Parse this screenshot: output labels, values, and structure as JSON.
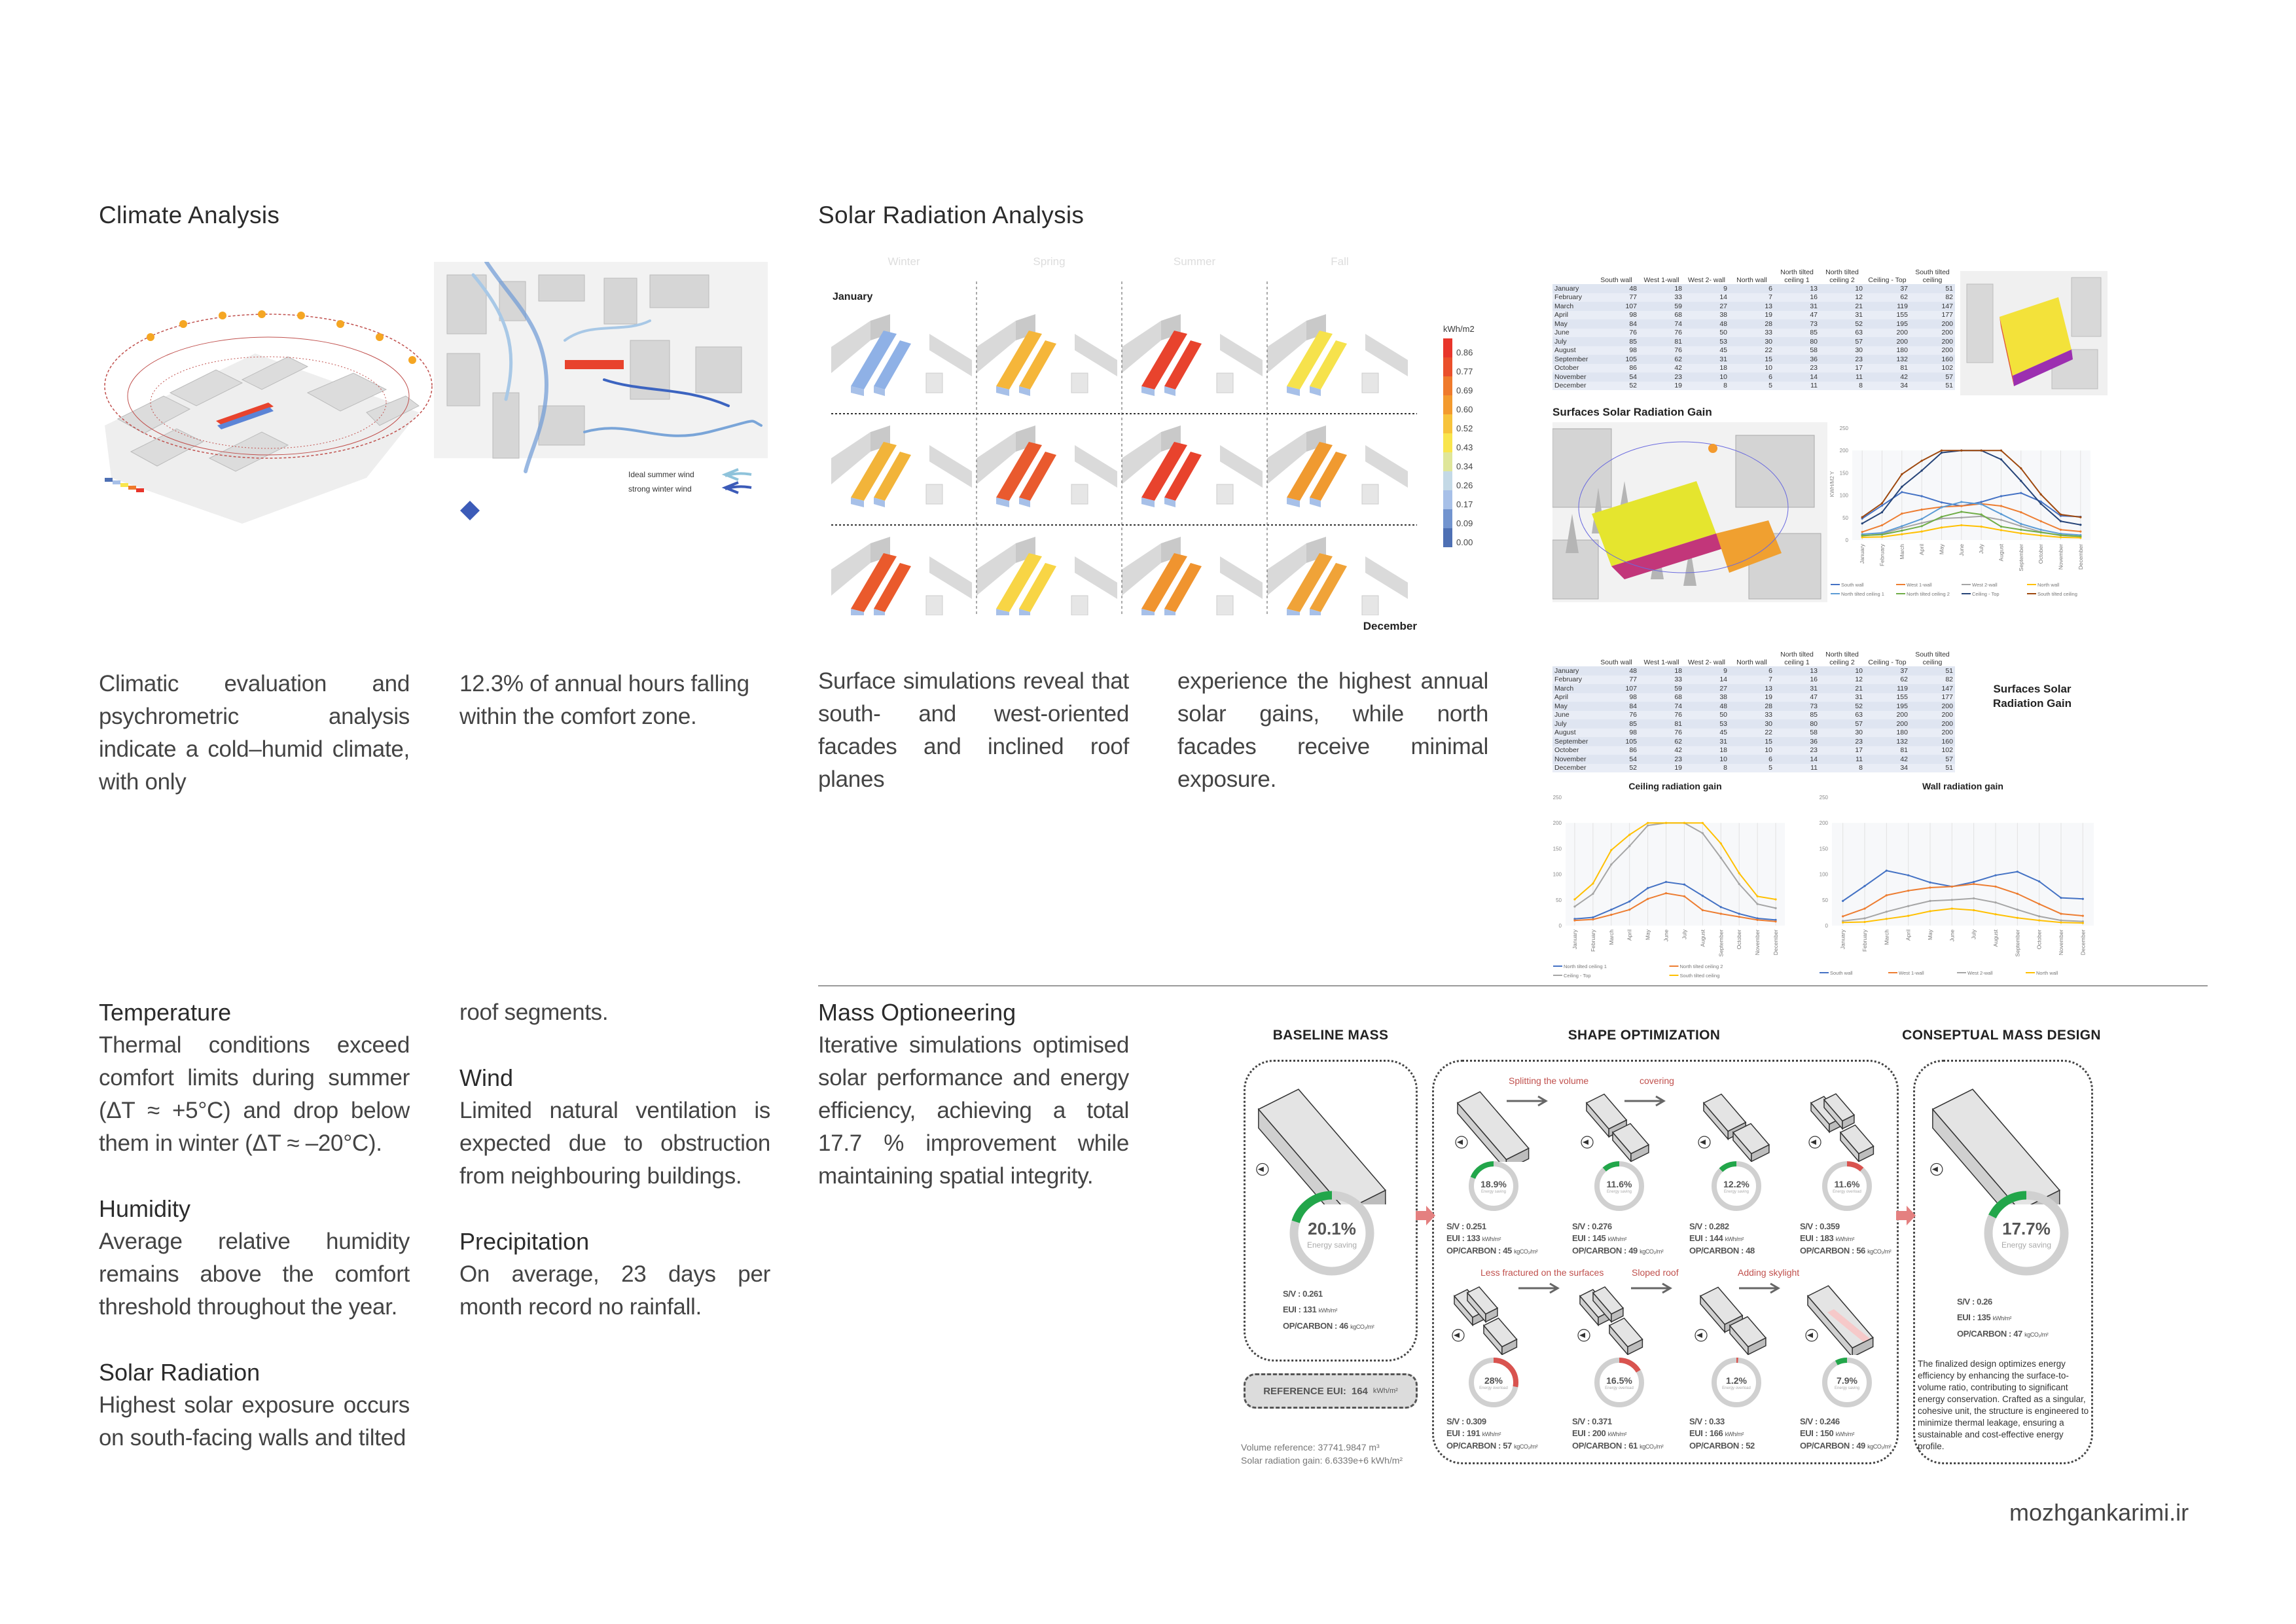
{
  "climate": {
    "title": "Climate Analysis",
    "wind_legend": {
      "summer": "Ideal summer wind",
      "winter": "strong winter wind"
    },
    "intro_col1": "Climatic evaluation and psychrometric analysis indicate a cold–humid climate, with only",
    "intro_col2": "12.3% of annual hours falling within the comfort zone.",
    "sections": {
      "temperature": {
        "heading": "Temperature",
        "body": "Thermal conditions exceed comfort limits during summer (ΔT ≈ +5°C) and drop below them in winter (ΔT ≈ –20°C)."
      },
      "humidity": {
        "heading": "Humidity",
        "body": "Average relative humidity remains above the comfort threshold throughout the year."
      },
      "solar": {
        "heading": "Solar Radiation",
        "body": "Highest solar exposure occurs on south-facing walls and tilted",
        "continued": "roof segments."
      },
      "wind": {
        "heading": "Wind",
        "body": "Limited natural ventilation is expected due to obstruction from neighbouring buildings."
      },
      "precipitation": {
        "heading": "Precipitation",
        "body": "On average, 23 days per month record no rainfall."
      }
    }
  },
  "solar": {
    "title": "Solar Radiation Analysis",
    "seasons": [
      "Winter",
      "Spring",
      "Summer",
      "Fall"
    ],
    "start_label": "January",
    "end_label": "December",
    "legend_unit": "kWh/m2",
    "legend_values": [
      "0.86",
      "0.77",
      "0.69",
      "0.60",
      "0.52",
      "0.43",
      "0.34",
      "0.26",
      "0.17",
      "0.09",
      "0.00"
    ],
    "legend_colors": [
      "#e8352b",
      "#ea4f2b",
      "#ef7a2c",
      "#f39a2e",
      "#f7c33b",
      "#f9e54c",
      "#dfe69a",
      "#c4d9e6",
      "#a7c0e8",
      "#7294cf",
      "#4e70b4"
    ],
    "tile_colors": [
      "#8fb1e6",
      "#f5b63a",
      "#e8432d",
      "#f6e24c",
      "#f2b43a",
      "#e95a2e",
      "#e8432d",
      "#f09a30",
      "#ea5a2c",
      "#f8d545",
      "#f0942f",
      "#f0a338"
    ],
    "text_col1": "Surface simulations reveal that south- and west-oriented facades and inclined roof planes",
    "text_col2": "experience the highest annual solar gains, while north facades receive minimal exposure.",
    "table": {
      "columns": [
        "",
        "South wall",
        "West 1-wall",
        "West 2- wall",
        "North wall",
        "North tilted ceiling 1",
        "North tilted ceiling 2",
        "Ceiling - Top",
        "South tilted ceiling"
      ],
      "rows": [
        [
          "January",
          48,
          18,
          9,
          6,
          13,
          10,
          37,
          51
        ],
        [
          "February",
          77,
          33,
          14,
          7,
          16,
          12,
          62,
          82
        ],
        [
          "March",
          107,
          59,
          27,
          13,
          31,
          21,
          119,
          147
        ],
        [
          "April",
          98,
          68,
          38,
          19,
          47,
          31,
          155,
          177
        ],
        [
          "May",
          84,
          74,
          48,
          28,
          73,
          52,
          195,
          200
        ],
        [
          "June",
          76,
          76,
          50,
          33,
          85,
          63,
          200,
          200
        ],
        [
          "July",
          85,
          81,
          53,
          30,
          80,
          57,
          200,
          200
        ],
        [
          "August",
          98,
          76,
          45,
          22,
          58,
          30,
          180,
          200
        ],
        [
          "September",
          105,
          62,
          31,
          15,
          36,
          23,
          132,
          160
        ],
        [
          "October",
          86,
          42,
          18,
          10,
          23,
          17,
          81,
          102
        ],
        [
          "November",
          54,
          23,
          10,
          6,
          14,
          11,
          42,
          57
        ],
        [
          "December",
          52,
          19,
          8,
          5,
          11,
          8,
          34,
          51
        ]
      ]
    },
    "gain_title": "Surfaces Solar Radiation Gain",
    "side_label": "Surfaces Solar Radiation Gain"
  },
  "chart_data": [
    {
      "type": "line",
      "title": "Surfaces Solar Radiation Gain",
      "xlabel": "",
      "ylabel": "KWH/M2 Y",
      "ylim": [
        0,
        250
      ],
      "yticks": [
        0,
        50,
        100,
        150,
        200,
        250
      ],
      "grid": true,
      "legend": "bottom",
      "categories": [
        "January",
        "February",
        "March",
        "April",
        "May",
        "June",
        "July",
        "August",
        "September",
        "October",
        "November",
        "December"
      ],
      "series": [
        {
          "name": "South wall",
          "color": "#4472c4",
          "values": [
            48,
            77,
            107,
            98,
            84,
            76,
            85,
            98,
            105,
            86,
            54,
            52
          ]
        },
        {
          "name": "West 1-wall",
          "color": "#ed7d31",
          "values": [
            18,
            33,
            59,
            68,
            74,
            76,
            81,
            76,
            62,
            42,
            23,
            19
          ]
        },
        {
          "name": "West 2-wall",
          "color": "#a5a5a5",
          "values": [
            9,
            14,
            27,
            38,
            48,
            50,
            53,
            45,
            31,
            18,
            10,
            8
          ]
        },
        {
          "name": "North wall",
          "color": "#ffc000",
          "values": [
            6,
            7,
            13,
            19,
            28,
            33,
            30,
            22,
            15,
            10,
            6,
            5
          ]
        },
        {
          "name": "North tilted ceiling 1",
          "color": "#5b9bd5",
          "values": [
            13,
            16,
            31,
            47,
            73,
            85,
            80,
            58,
            36,
            23,
            14,
            11
          ]
        },
        {
          "name": "North tilted ceiling 2",
          "color": "#70ad47",
          "values": [
            10,
            12,
            21,
            31,
            52,
            63,
            57,
            30,
            23,
            17,
            11,
            8
          ]
        },
        {
          "name": "Ceiling - Top",
          "color": "#264478",
          "values": [
            37,
            62,
            119,
            155,
            195,
            200,
            200,
            180,
            132,
            81,
            42,
            34
          ]
        },
        {
          "name": "South tilted ceiling",
          "color": "#9e480e",
          "values": [
            51,
            82,
            147,
            177,
            200,
            200,
            200,
            200,
            160,
            102,
            57,
            51
          ]
        }
      ]
    },
    {
      "type": "line",
      "title": "Ceiling radiation gain",
      "xlabel": "",
      "ylabel": "",
      "ylim": [
        0,
        250
      ],
      "yticks": [
        0,
        50,
        100,
        150,
        200,
        250
      ],
      "grid": true,
      "legend": "bottom",
      "categories": [
        "January",
        "February",
        "March",
        "April",
        "May",
        "June",
        "July",
        "August",
        "September",
        "October",
        "November",
        "December"
      ],
      "series": [
        {
          "name": "North tilted ceiling 1",
          "color": "#4472c4",
          "values": [
            13,
            16,
            31,
            47,
            73,
            85,
            80,
            58,
            36,
            23,
            14,
            11
          ]
        },
        {
          "name": "North tilted ceiling 2",
          "color": "#ed7d31",
          "values": [
            10,
            12,
            21,
            31,
            52,
            63,
            57,
            30,
            23,
            17,
            11,
            8
          ]
        },
        {
          "name": "Ceiling - Top",
          "color": "#a5a5a5",
          "values": [
            37,
            62,
            119,
            155,
            195,
            200,
            200,
            180,
            132,
            81,
            42,
            34
          ]
        },
        {
          "name": "South tilted ceiling",
          "color": "#ffc000",
          "values": [
            51,
            82,
            147,
            177,
            200,
            200,
            200,
            200,
            160,
            102,
            57,
            51
          ]
        }
      ]
    },
    {
      "type": "line",
      "title": "Wall radiation gain",
      "xlabel": "",
      "ylabel": "",
      "ylim": [
        0,
        250
      ],
      "yticks": [
        0,
        50,
        100,
        150,
        200,
        250
      ],
      "grid": true,
      "legend": "bottom",
      "categories": [
        "January",
        "February",
        "March",
        "April",
        "May",
        "June",
        "July",
        "August",
        "September",
        "October",
        "November",
        "December"
      ],
      "series": [
        {
          "name": "South wall",
          "color": "#4472c4",
          "values": [
            48,
            77,
            107,
            98,
            84,
            76,
            85,
            98,
            105,
            86,
            54,
            52
          ]
        },
        {
          "name": "West 1-wall",
          "color": "#ed7d31",
          "values": [
            18,
            33,
            59,
            68,
            74,
            76,
            81,
            76,
            62,
            42,
            23,
            19
          ]
        },
        {
          "name": "West 2-wall",
          "color": "#a5a5a5",
          "values": [
            9,
            14,
            27,
            38,
            48,
            50,
            53,
            45,
            31,
            18,
            10,
            8
          ]
        },
        {
          "name": "North wall",
          "color": "#ffc000",
          "values": [
            6,
            7,
            13,
            19,
            28,
            33,
            30,
            22,
            15,
            10,
            6,
            5
          ]
        }
      ]
    }
  ],
  "mass": {
    "title": "Mass Optioneering",
    "body": "Iterative simulations optimised solar performance and energy efficiency, achieving a total 17.7 % improvement while maintaining spatial integrity.",
    "headings": {
      "baseline": "BASELINE MASS",
      "shape": "SHAPE OPTIMIZATION",
      "concept": "CONSEPTUAL MASS DESIGN"
    },
    "labels": {
      "sv": "S/V :",
      "eui": "EUI :",
      "carbon": "OP/CARBON :",
      "eui_unit": "kWh/m²",
      "carbon_unit": "kgCO₂/m²"
    },
    "colors": {
      "saving": "#22a64a",
      "overload": "#d9534f",
      "ring": "#d0d0d0",
      "arrow": "#e48080"
    },
    "baseline": {
      "pct": "20.1%",
      "pct_value": 20.1,
      "kind": "saving",
      "label": "Energy saving",
      "sv": "0.261",
      "eui": "131",
      "carbon": "46",
      "carbon_unit": true
    },
    "reference": {
      "label": "REFERENCE EUI:",
      "value": "164",
      "unit": "kWh/m²"
    },
    "volume_reference": "Volume reference: 37741.9847  m³",
    "solar_gain": "Solar radiation gain: 6.6339e+6  kWh/m²",
    "row1_steps": [
      "Splitting the volume",
      "covering"
    ],
    "row2_steps": [
      "Less fractured on the surfaces",
      "Sloped  roof",
      "Adding skylight"
    ],
    "row1": [
      {
        "pct": "18.9%",
        "pct_value": 18.9,
        "kind": "saving",
        "label": "Energy saving",
        "sv": "0.251",
        "eui": "133",
        "carbon": "45",
        "carbon_unit": true
      },
      {
        "pct": "11.6%",
        "pct_value": 11.6,
        "kind": "saving",
        "label": "Energy saving",
        "sv": "0.276",
        "eui": "145",
        "carbon": "49",
        "carbon_unit": true
      },
      {
        "pct": "12.2%",
        "pct_value": 12.2,
        "kind": "saving",
        "label": "Energy saving",
        "sv": "0.282",
        "eui": "144",
        "carbon": "48",
        "carbon_unit": false
      },
      {
        "pct": "11.6%",
        "pct_value": 11.6,
        "kind": "overload",
        "label": "Energy overload",
        "sv": "0.359",
        "eui": "183",
        "carbon": "56",
        "carbon_unit": true
      }
    ],
    "row2": [
      {
        "pct": "28%",
        "pct_value": 28,
        "kind": "overload",
        "label": "Energy overload",
        "sv": "0.309",
        "eui": "191",
        "carbon": "57",
        "carbon_unit": true
      },
      {
        "pct": "16.5%",
        "pct_value": 16.5,
        "kind": "overload",
        "label": "Energy overload",
        "sv": "0.371",
        "eui": "200",
        "carbon": "61",
        "carbon_unit": true
      },
      {
        "pct": "1.2%",
        "pct_value": 1.2,
        "kind": "overload",
        "label": "Energy overload",
        "sv": "0.33",
        "eui": "166",
        "carbon": "52",
        "carbon_unit": false
      },
      {
        "pct": "7.9%",
        "pct_value": 7.9,
        "kind": "saving",
        "label": "Energy saving",
        "sv": "0.246",
        "eui": "150",
        "carbon": "49",
        "carbon_unit": true
      }
    ],
    "concept": {
      "pct": "17.7%",
      "pct_value": 17.7,
      "kind": "saving",
      "label": "Energy saving",
      "sv": "0.26",
      "eui": "135",
      "carbon": "47",
      "carbon_unit": true,
      "description": "The finalized design optimizes energy efficiency by enhancing the surface-to-volume ratio, contributing to significant energy conservation. Crafted as a singular, cohesive unit, the structure is engineered to minimize thermal leakage, ensuring a sustainable and cost-effective energy profile."
    }
  },
  "footer": {
    "website": "mozhgankarimi.ir"
  }
}
